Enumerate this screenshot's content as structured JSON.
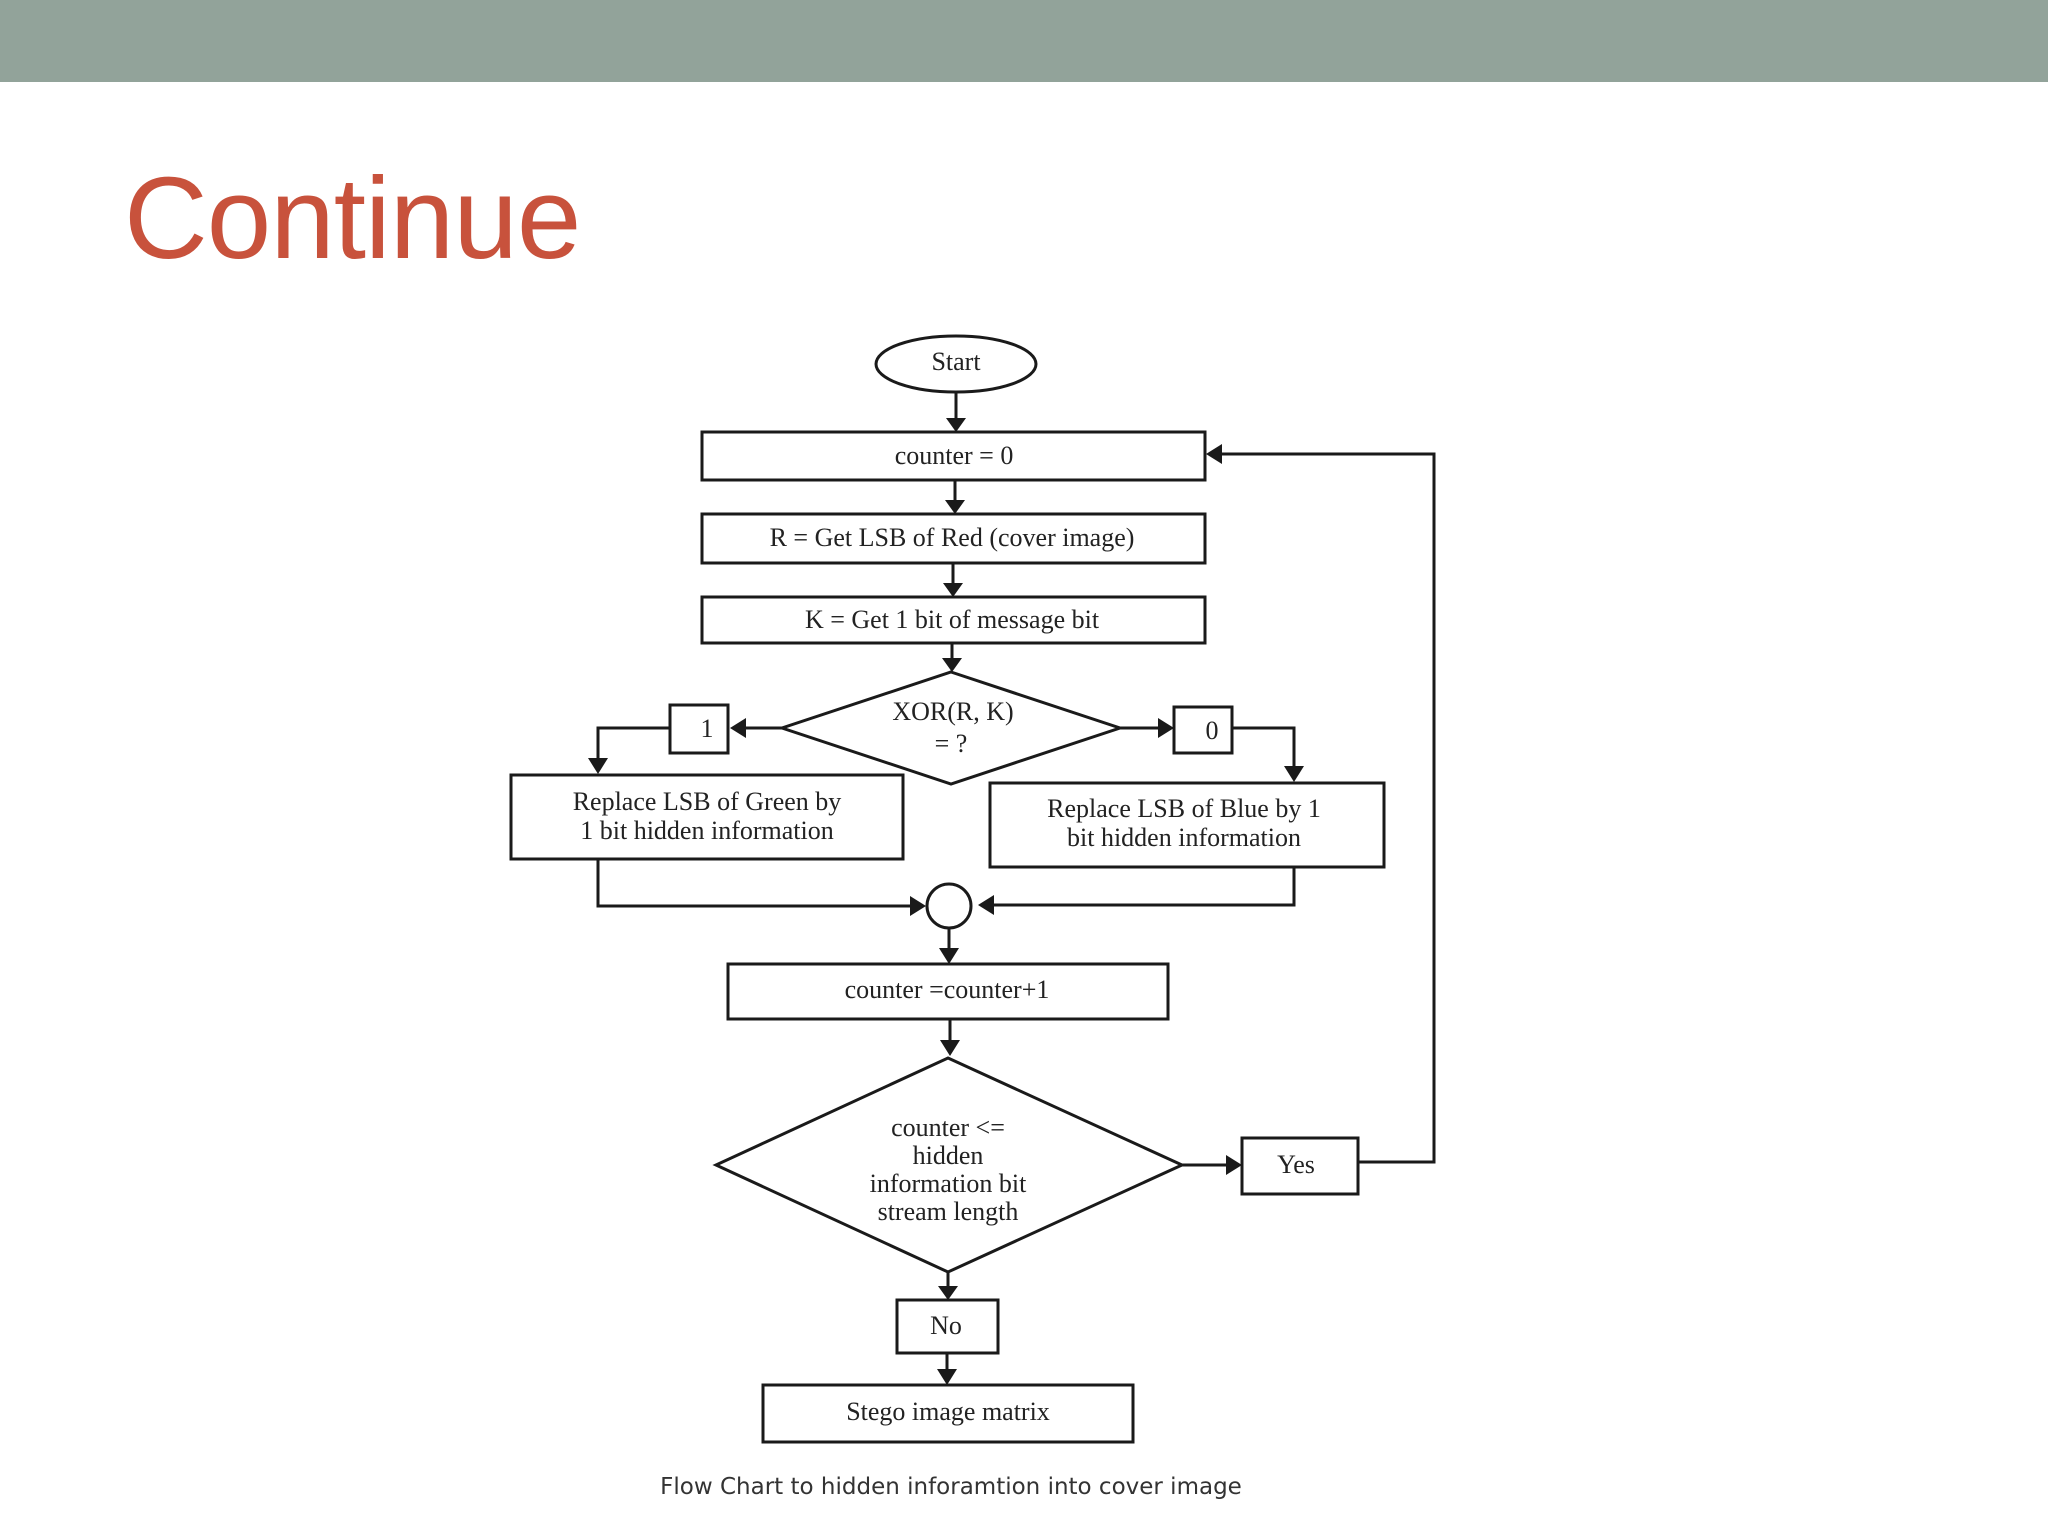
{
  "slide": {
    "title": "Continue",
    "caption": "Flow Chart to hidden inforamtion into cover image",
    "colors": {
      "top_bar": "#92a39a",
      "title": "#c8523c"
    }
  },
  "flowchart": {
    "start": "Start",
    "counter_init": "counter = 0",
    "get_red": "R = Get LSB of Red (cover image)",
    "get_msg": "K = Get 1 bit of message bit",
    "xor_line1": "XOR(R, K)",
    "xor_line2": "= ?",
    "branch_one": "1",
    "branch_zero": "0",
    "green_line1": "Replace LSB of Green by",
    "green_line2": "1 bit hidden information",
    "blue_line1": "Replace LSB of Blue by 1",
    "blue_line2": "bit hidden information",
    "increment": "counter =counter+1",
    "cond_line1": "counter <=",
    "cond_line2": "hidden",
    "cond_line3": "information bit",
    "cond_line4": "stream length",
    "yes": "Yes",
    "no": "No",
    "end": "Stego image matrix"
  }
}
